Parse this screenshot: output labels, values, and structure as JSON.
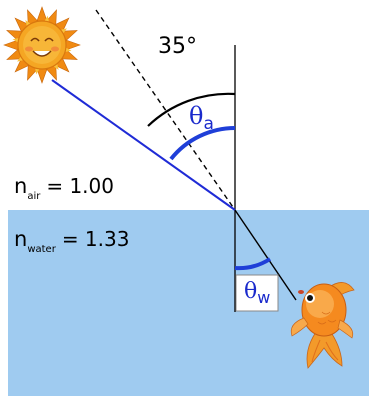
{
  "angle_label": "35°",
  "theta_air": {
    "symbol": "θ",
    "sub": "a"
  },
  "theta_water": {
    "symbol": "θ",
    "sub": "w"
  },
  "n_air": {
    "symbol": "n",
    "sub": "air",
    "value": "= 1.00"
  },
  "n_water": {
    "symbol": "n",
    "sub": "water",
    "value": "= 1.33"
  },
  "colors": {
    "water": "#9fcbf0",
    "incident_ray": "#1f2bd6",
    "angle_arc": "#1f3fd8",
    "theta_text": "#1a2acc",
    "black": "#000000"
  },
  "icons": [
    "sun-icon",
    "goldfish-icon"
  ]
}
